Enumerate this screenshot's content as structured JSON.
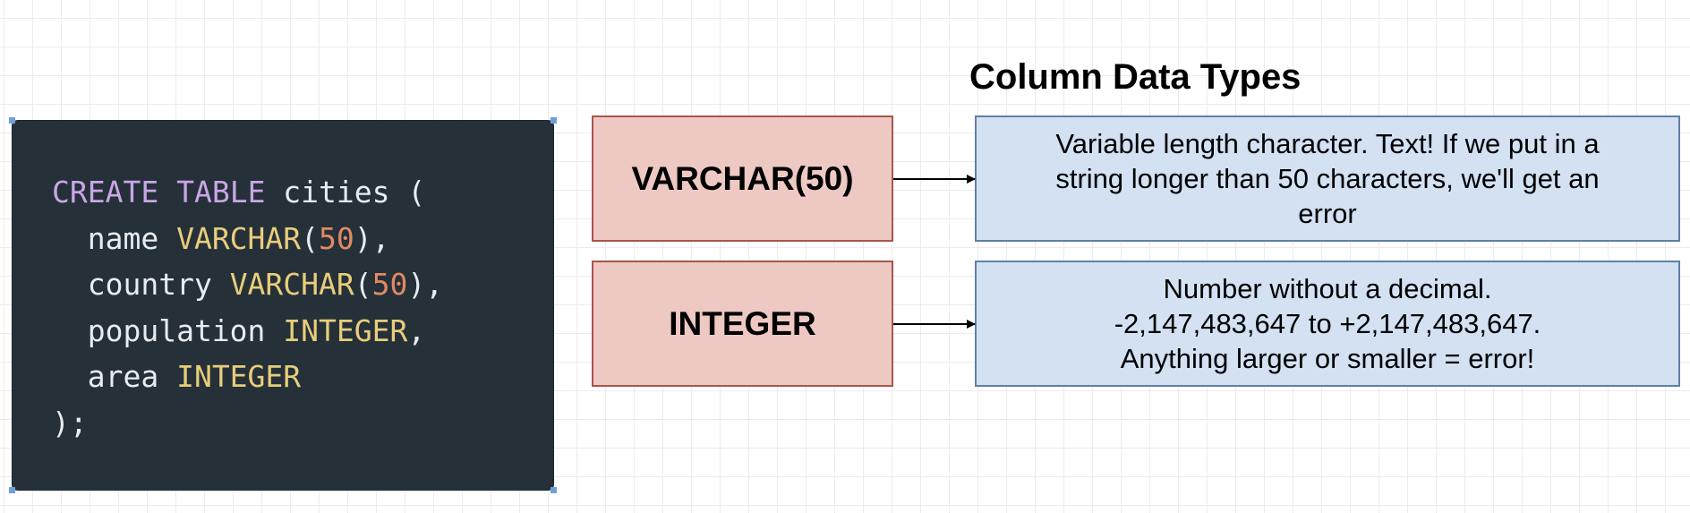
{
  "diagram": {
    "title": "Column Data Types",
    "code": {
      "lines": [
        [
          {
            "t": "CREATE",
            "c": "kw"
          },
          {
            "t": " ",
            "c": ""
          },
          {
            "t": "TABLE",
            "c": "kw"
          },
          {
            "t": " cities (",
            "c": ""
          }
        ],
        [
          {
            "t": "  name ",
            "c": ""
          },
          {
            "t": "VARCHAR",
            "c": "type"
          },
          {
            "t": "(",
            "c": ""
          },
          {
            "t": "50",
            "c": "num"
          },
          {
            "t": "),",
            "c": ""
          }
        ],
        [
          {
            "t": "  country ",
            "c": ""
          },
          {
            "t": "VARCHAR",
            "c": "type"
          },
          {
            "t": "(",
            "c": ""
          },
          {
            "t": "50",
            "c": "num"
          },
          {
            "t": "),",
            "c": ""
          }
        ],
        [
          {
            "t": "  population ",
            "c": ""
          },
          {
            "t": "INTEGER",
            "c": "type"
          },
          {
            "t": ",",
            "c": ""
          }
        ],
        [
          {
            "t": "  area ",
            "c": ""
          },
          {
            "t": "INTEGER",
            "c": "type"
          }
        ],
        [
          {
            "t": ");",
            "c": ""
          }
        ]
      ]
    },
    "types": [
      {
        "label": "VARCHAR(50)",
        "description": "Variable length character. Text! If we put in a\nstring longer than 50 characters, we'll get an\nerror"
      },
      {
        "label": "INTEGER",
        "description": "Number without a decimal.\n-2,147,483,647 to +2,147,483,647.\nAnything larger or smaller = error!"
      }
    ],
    "colors": {
      "code_background": "#253039",
      "keyword": "#c9a6e6",
      "type": "#e8cd7a",
      "number": "#e08a63",
      "type_box_fill": "#eec9c4",
      "type_box_border": "#a8554b",
      "desc_box_fill": "#d3e1f3",
      "desc_box_border": "#5f7fa8"
    }
  }
}
